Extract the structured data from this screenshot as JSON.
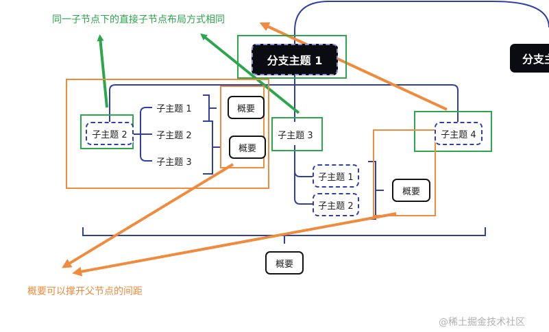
{
  "annotations": {
    "top": "同一子节点下的直接子节点布局方式相同",
    "bottom": "概要可以撑开父节点的间距",
    "watermark": "@稀土掘金技术社区"
  },
  "nodes": {
    "branch1": "分支主题 1",
    "branch_right": "分支主",
    "sub2": "子主题 2",
    "sub3": "子主题 3",
    "sub4": "子主题 4",
    "sub2_c1": "子主题 1",
    "sub2_c2": "子主题 2",
    "sub2_c3": "子主题 3",
    "sub3_c1": "子主题 1",
    "sub3_c2": "子主题 2"
  },
  "summaries": {
    "s1": "概要",
    "s2": "概要",
    "s3": "概要",
    "s4": "概要"
  },
  "colors": {
    "line": "#2d3fa6",
    "green": "#2aa64b",
    "orange": "#f08a3c",
    "dark": "#0b0b12"
  }
}
